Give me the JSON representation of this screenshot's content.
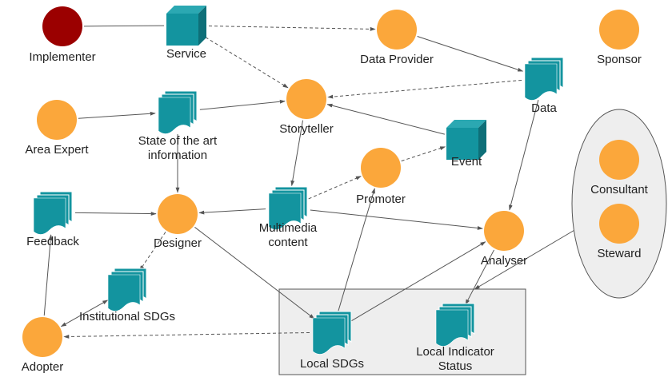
{
  "colors": {
    "actor": "#FBA73B",
    "actor_alt": "#9B0000",
    "artifact": "#13949F",
    "artifact_dark": "#0E6F78",
    "artifact_top": "#2BA8B2",
    "edge": "#555555",
    "group_fill": "#EEEEEE",
    "group_stroke": "#555555"
  },
  "nodes": [
    {
      "id": "implementer",
      "label": "Implementer",
      "kind": "actor-alt"
    },
    {
      "id": "service",
      "label": "Service",
      "kind": "cube"
    },
    {
      "id": "data-provider",
      "label": "Data Provider",
      "kind": "actor"
    },
    {
      "id": "sponsor",
      "label": "Sponsor",
      "kind": "actor"
    },
    {
      "id": "data",
      "label": "Data",
      "kind": "docs"
    },
    {
      "id": "area-expert",
      "label": "Area Expert",
      "kind": "actor"
    },
    {
      "id": "state-of-art",
      "label": "State of the art\ninformation",
      "kind": "docs"
    },
    {
      "id": "storyteller",
      "label": "Storyteller",
      "kind": "actor"
    },
    {
      "id": "event",
      "label": "Event",
      "kind": "cube"
    },
    {
      "id": "promoter",
      "label": "Promoter",
      "kind": "actor"
    },
    {
      "id": "feedback",
      "label": "Feedback",
      "kind": "docs"
    },
    {
      "id": "designer",
      "label": "Designer",
      "kind": "actor"
    },
    {
      "id": "multimedia",
      "label": "Multimedia\ncontent",
      "kind": "docs"
    },
    {
      "id": "analyser",
      "label": "Analyser",
      "kind": "actor"
    },
    {
      "id": "consultant",
      "label": "Consultant",
      "kind": "actor"
    },
    {
      "id": "steward",
      "label": "Steward",
      "kind": "actor"
    },
    {
      "id": "institutional-sdgs",
      "label": "Institutional SDGs",
      "kind": "docs"
    },
    {
      "id": "adopter",
      "label": "Adopter",
      "kind": "actor"
    },
    {
      "id": "local-sdgs",
      "label": "Local SDGs",
      "kind": "docs"
    },
    {
      "id": "local-indicator",
      "label": "Local Indicator\nStatus",
      "kind": "docs"
    }
  ],
  "groups": [
    {
      "id": "local-box",
      "members": [
        "local-sdgs",
        "local-indicator"
      ],
      "shape": "rect"
    },
    {
      "id": "governance-ellipse",
      "members": [
        "consultant",
        "steward"
      ],
      "shape": "ellipse"
    }
  ],
  "edges": [
    {
      "from": "implementer",
      "to": "service",
      "style": "solid",
      "arrow": false
    },
    {
      "from": "service",
      "to": "data-provider",
      "style": "dashed",
      "arrow": true
    },
    {
      "from": "service",
      "to": "storyteller",
      "style": "dashed",
      "arrow": true
    },
    {
      "from": "data-provider",
      "to": "data",
      "style": "solid",
      "arrow": true
    },
    {
      "from": "data",
      "to": "storyteller",
      "style": "dashed",
      "arrow": true
    },
    {
      "from": "area-expert",
      "to": "state-of-art",
      "style": "solid",
      "arrow": true
    },
    {
      "from": "state-of-art",
      "to": "storyteller",
      "style": "solid",
      "arrow": true
    },
    {
      "from": "event",
      "to": "storyteller",
      "style": "solid",
      "arrow": true
    },
    {
      "from": "storyteller",
      "to": "multimedia",
      "style": "solid",
      "arrow": true
    },
    {
      "from": "state-of-art",
      "to": "designer",
      "style": "solid",
      "arrow": true
    },
    {
      "from": "multimedia",
      "to": "promoter",
      "style": "dashed",
      "arrow": true
    },
    {
      "from": "promoter",
      "to": "event",
      "style": "dashed",
      "arrow": true
    },
    {
      "from": "multimedia",
      "to": "designer",
      "style": "solid",
      "arrow": true
    },
    {
      "from": "multimedia",
      "to": "analyser",
      "style": "solid",
      "arrow": true
    },
    {
      "from": "feedback",
      "to": "designer",
      "style": "solid",
      "arrow": true
    },
    {
      "from": "data",
      "to": "analyser",
      "style": "solid",
      "arrow": true
    },
    {
      "from": "designer",
      "to": "institutional-sdgs",
      "style": "dashed",
      "arrow": true
    },
    {
      "from": "designer",
      "to": "local-sdgs",
      "style": "solid",
      "arrow": true
    },
    {
      "from": "institutional-sdgs",
      "to": "adopter",
      "style": "solid",
      "arrow": "both"
    },
    {
      "from": "adopter",
      "to": "feedback",
      "style": "solid",
      "arrow": true
    },
    {
      "from": "local-sdgs",
      "to": "adopter",
      "style": "dashed",
      "arrow": true
    },
    {
      "from": "local-sdgs",
      "to": "promoter",
      "style": "solid",
      "arrow": true
    },
    {
      "from": "local-sdgs",
      "to": "analyser",
      "style": "solid",
      "arrow": true
    },
    {
      "from": "analyser",
      "to": "local-indicator",
      "style": "solid",
      "arrow": true
    },
    {
      "from": "governance-ellipse",
      "to": "local-box",
      "style": "solid",
      "arrow": true
    }
  ]
}
